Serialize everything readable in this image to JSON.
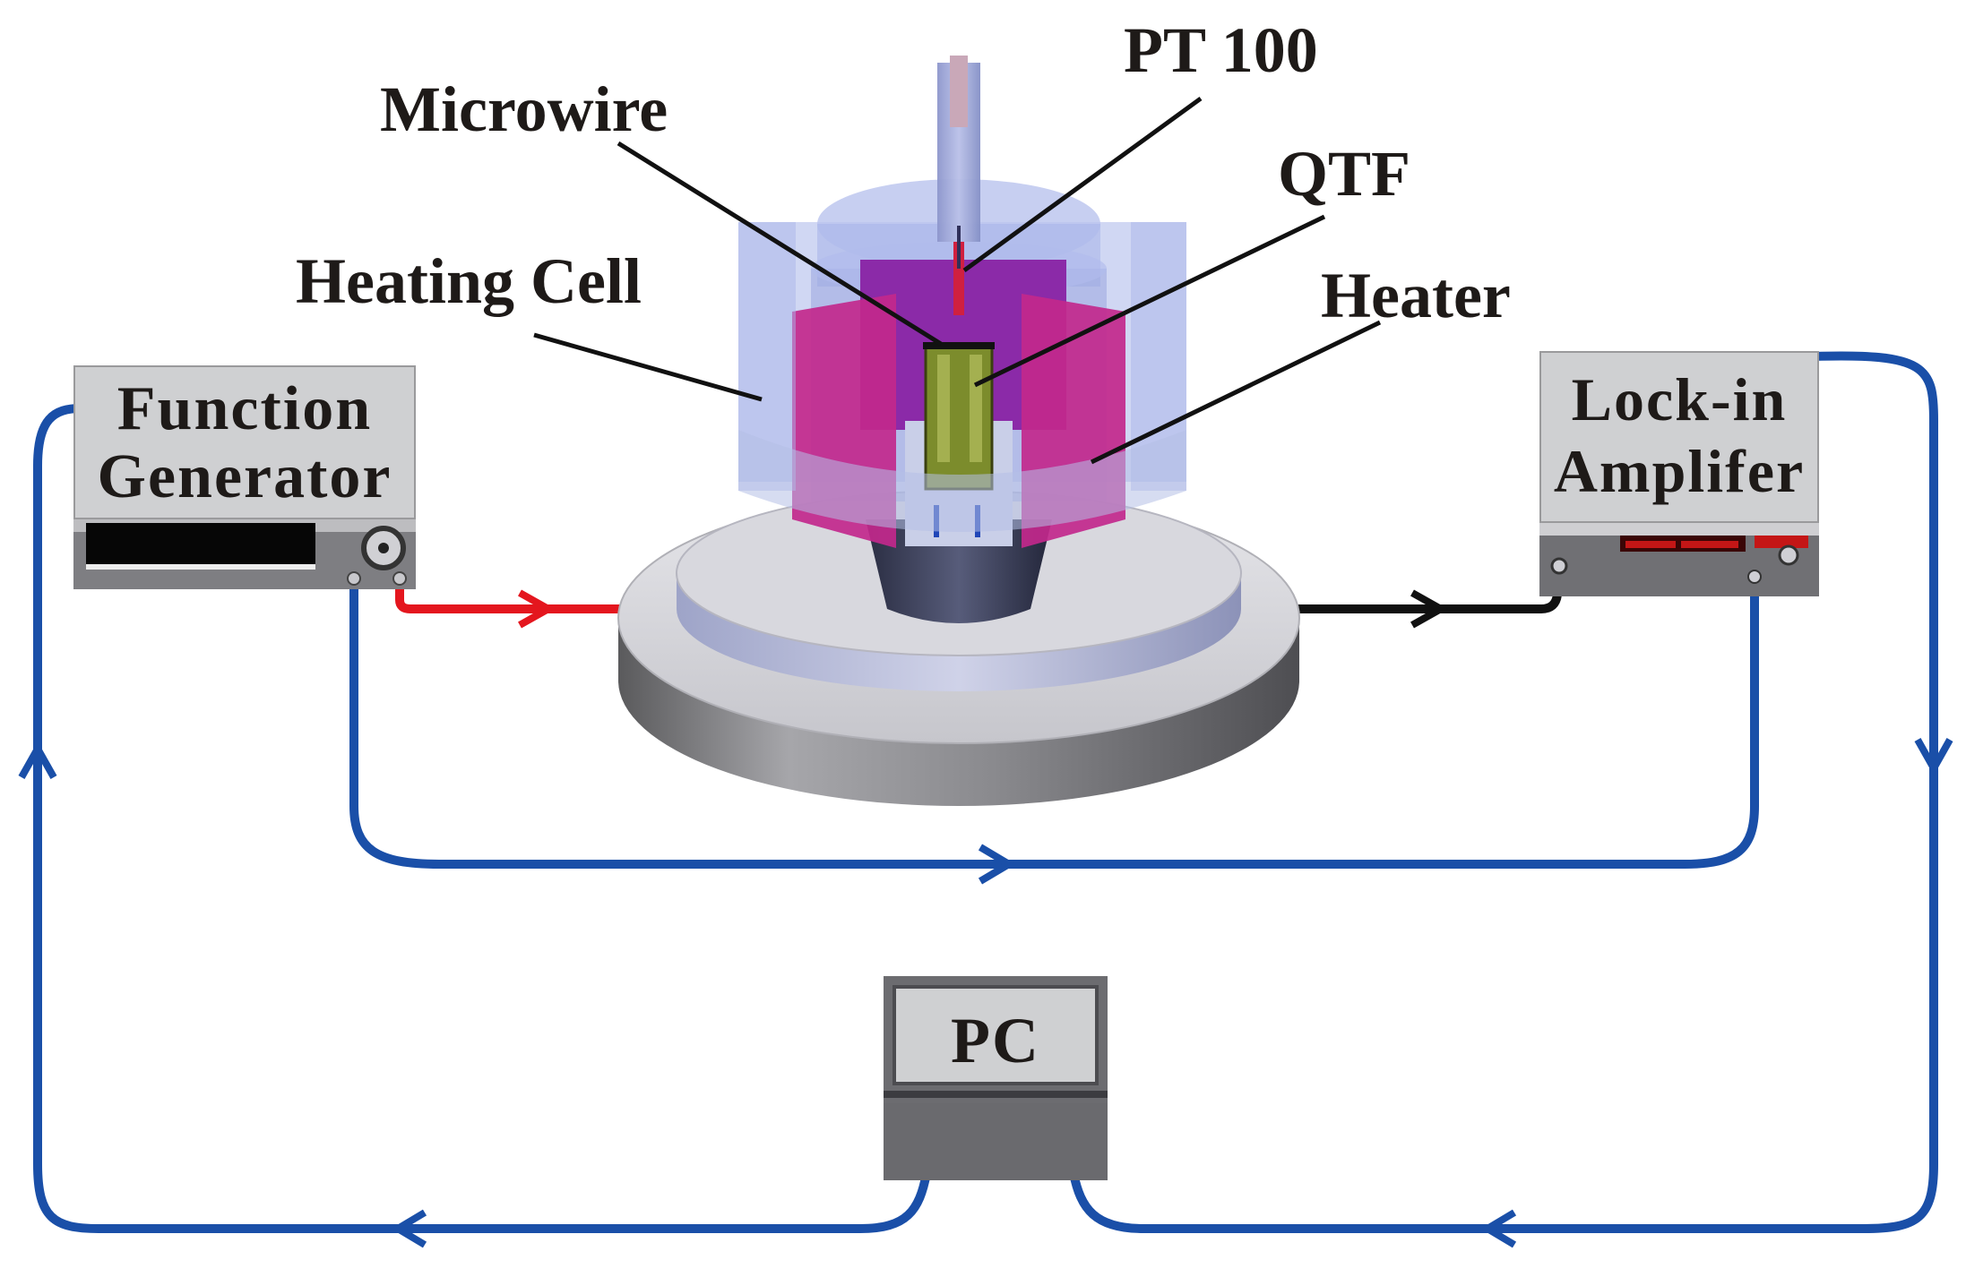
{
  "labels": {
    "pt100": "PT 100",
    "microwire": "Microwire",
    "qtf": "QTF",
    "heating_cell": "Heating Cell",
    "heater": "Heater"
  },
  "instruments": {
    "function_generator": {
      "line1": "Function",
      "line2": "Generator"
    },
    "lockin_amplifier": {
      "line1": "Lock-in",
      "line2": "Amplifer"
    },
    "pc": {
      "label": "PC"
    }
  },
  "colors": {
    "signal_wire_red": "#e4161e",
    "signal_wire_black": "#111111",
    "data_cable_blue": "#1a4fa8",
    "heater_magenta": "#c2288c",
    "cell_glass_blue": "#a9b6ea",
    "instrument_gray": "#cfd0d2",
    "display_red": "#c41616"
  }
}
